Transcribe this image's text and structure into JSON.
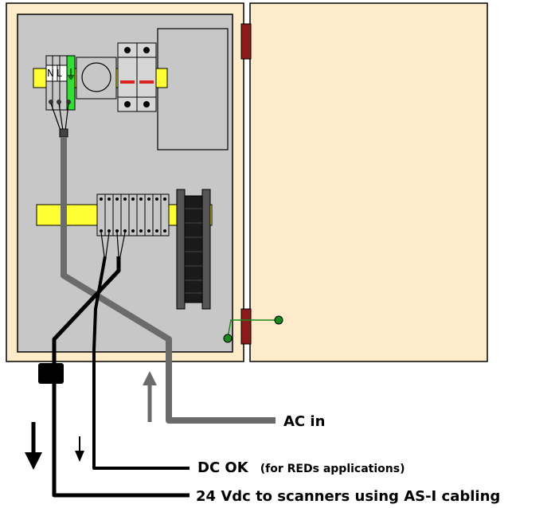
{
  "colors": {
    "cabinet_fill": "#fdebc9",
    "panel_fill": "#c7c7c7",
    "hinge": "#8b1a1a",
    "din_rail": "#ffff33",
    "cable_gray": "#6b6b6b",
    "cable_black": "#000000",
    "ground": "#1a8a1a"
  },
  "terminals": {
    "neutral": "N",
    "line": "L",
    "earth_icon": "earth-ground-icon"
  },
  "labels": {
    "ac_in": "AC in",
    "dc_ok_main": "DC OK",
    "dc_ok_note": "(for REDs applications)",
    "vdc_24": "24 Vdc to scanners using AS-I cabling"
  }
}
